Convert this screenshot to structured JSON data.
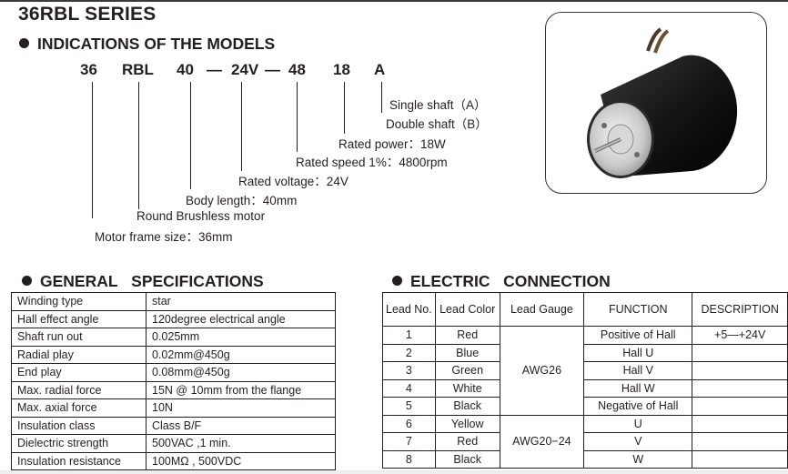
{
  "series_title": "36RBL SERIES",
  "indications": {
    "heading": "INDICATIONS OF THE MODELS",
    "code_parts": [
      "36",
      "RBL",
      "40",
      "—",
      "24V",
      "—",
      "48",
      "18",
      "A"
    ],
    "annotations": {
      "single_shaft": "Single shaft（A）",
      "double_shaft": "Double shaft（B）",
      "rated_power": "Rated power：18W",
      "rated_speed": "Rated speed 1%：4800rpm",
      "rated_voltage": "Rated voltage：24V",
      "body_length": "Body length：40mm",
      "motor_type": "Round Brushless motor",
      "frame_size": "Motor frame size：36mm"
    }
  },
  "general": {
    "heading_1": "GENERAL",
    "heading_2": "SPECIFICATIONS",
    "rows": [
      [
        "Winding type",
        "star"
      ],
      [
        "Hall effect angle",
        "120degree electrical angle"
      ],
      [
        "Shaft run out",
        "0.025mm"
      ],
      [
        "Radial play",
        "0.02mm@450g"
      ],
      [
        "End play",
        "0.08mm@450g"
      ],
      [
        "Max. radial force",
        "15N @ 10mm from the flange"
      ],
      [
        "Max. axial force",
        "10N"
      ],
      [
        "Insulation class",
        "Class B/F"
      ],
      [
        "Dielectric strength",
        "500VAC ,1 min."
      ],
      [
        "Insulation resistance",
        "100MΩ , 500VDC"
      ]
    ]
  },
  "electric": {
    "heading_1": "ELECTRIC",
    "heading_2": "CONNECTION",
    "headers": [
      "Lead No.",
      "Lead Color",
      "Lead Gauge",
      "FUNCTION",
      "DESCRIPTION"
    ],
    "rows": [
      {
        "no": "1",
        "color": "Red",
        "function": "Positive of Hall",
        "description": "+5—+24V"
      },
      {
        "no": "2",
        "color": "Blue",
        "function": "Hall U",
        "description": ""
      },
      {
        "no": "3",
        "color": "Green",
        "function": "Hall V",
        "description": ""
      },
      {
        "no": "4",
        "color": "White",
        "function": "Hall W",
        "description": ""
      },
      {
        "no": "5",
        "color": "Black",
        "function": "Negative of Hall",
        "description": ""
      },
      {
        "no": "6",
        "color": "Yellow",
        "function": "U",
        "description": ""
      },
      {
        "no": "7",
        "color": "Red",
        "function": "V",
        "description": ""
      },
      {
        "no": "8",
        "color": "Black",
        "function": "W",
        "description": ""
      }
    ],
    "gauges": [
      "AWG26",
      "AWG20−24"
    ]
  }
}
